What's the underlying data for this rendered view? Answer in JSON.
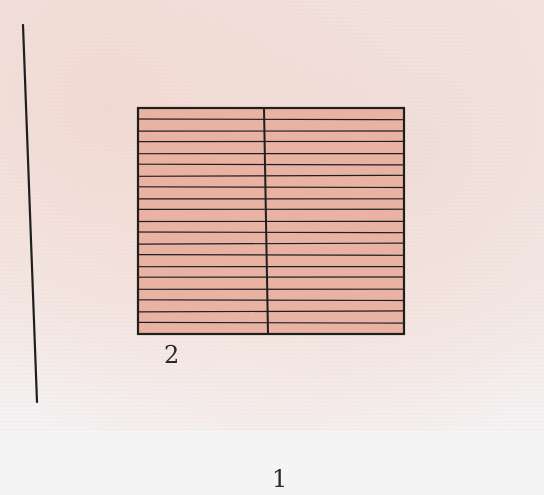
{
  "colors": {
    "rectangle_fill": "#e9b2a2",
    "stroke": "#1f1f1f",
    "label": "#2a2a2a"
  },
  "diagram": {
    "left_column_count": 1,
    "right_column_count": 1,
    "stripe_count": 20,
    "labels": {
      "small": "2",
      "large": "1"
    }
  }
}
